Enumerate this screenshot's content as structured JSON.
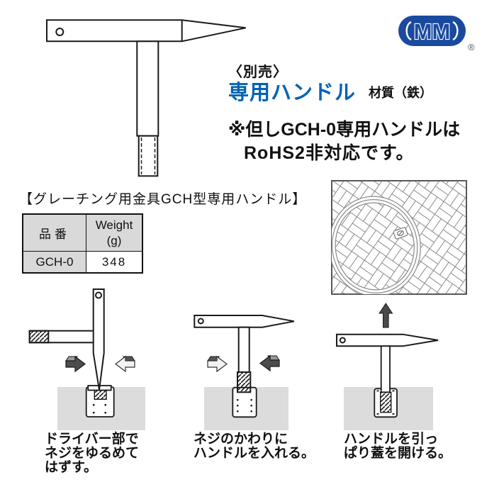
{
  "logo": {
    "text": "MM",
    "registered_mark": "®"
  },
  "intro": {
    "availability": "〈別売〉",
    "product_name": "専用ハンドル",
    "material": "材質（鉄）",
    "note_line1": "※但しGCH-0専用ハンドルは",
    "note_line2": "RoHS2非対応です。"
  },
  "section": {
    "title": "【グレーチング用金具GCH型専用ハンドル】"
  },
  "spec_table": {
    "col_part_no": "品番",
    "col_weight_line1": "Weight",
    "col_weight_line2": "(g)",
    "part_no": "GCH-0",
    "weight_g": "348"
  },
  "steps": {
    "step1_line1": "ドライバー部で",
    "step1_line2": "ネジをゆるめて",
    "step1_line3": "はずす。",
    "step2_line1": "ネジのかわりに",
    "step2_line2": "ハンドルを入れる。",
    "step3_line1": "ハンドルを引っ",
    "step3_line2": "ぱり蓋を開ける。"
  },
  "colors": {
    "accent_blue": "#0063b2",
    "logo_blue": "#1a4a9f",
    "line_black": "#1a1a1a",
    "ground_gray": "#dcdcdc",
    "table_header_gray": "#d9d9d9",
    "arrow_dark": "#4d4d4d"
  }
}
